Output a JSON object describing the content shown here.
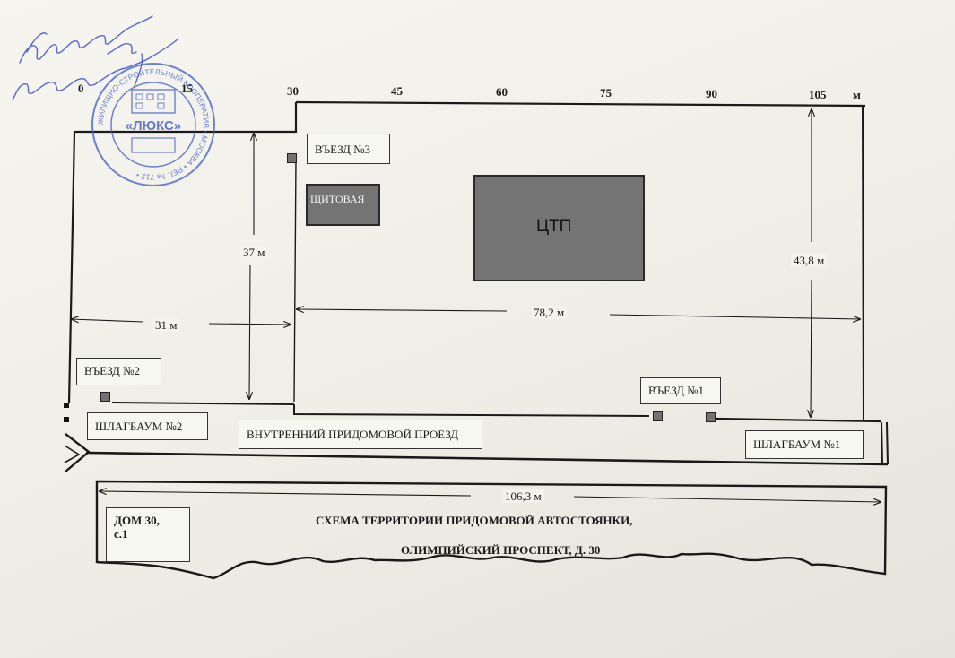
{
  "scale": {
    "ticks": [
      "0",
      "15",
      "30",
      "45",
      "60",
      "75",
      "90",
      "105"
    ],
    "unit": "м"
  },
  "entrances": {
    "entrance_1": "ВЪЕЗД №1",
    "entrance_2": "ВЪЕЗД №2",
    "entrance_3": "ВЪЕЗД №3"
  },
  "barriers": {
    "barrier_1": "ШЛАГБАУМ №1",
    "barrier_2": "ШЛАГБАУМ №2"
  },
  "buildings": {
    "switchboard": "ЩИТОВАЯ",
    "heat_station": "ЦТП",
    "house": "ДОМ 30,\nс.1"
  },
  "road_label": "ВНУТРЕННИЙ ПРИДОМОВОЙ ПРОЕЗД",
  "dimensions": {
    "height_left": "37 м",
    "width_left": "31 м",
    "width_main": "78,2 м",
    "height_right": "43,8 м",
    "width_house": "106,3 м"
  },
  "title": {
    "line1": "СХЕМА ТЕРРИТОРИИ ПРИДОМОВОЙ АВТОСТОЯНКИ,",
    "line2": "ОЛИМПИЙСКИЙ ПРОСПЕКТ, Д. 30"
  },
  "stamp": {
    "center_text": "«ЛЮКС»",
    "ring_text": "ЖИЛИЩНО-СТРОИТЕЛЬНЫЙ КООПЕРАТИВ • МОСКВА • РЕГ. № 712 •"
  },
  "signature_text": "Утверждаю Пред. ЖСК Люкс",
  "colors": {
    "ink": "#1a1a1a",
    "building_fill": "#747474",
    "stamp_blue": "#3d5cc7",
    "signature_blue": "#3a4fd0"
  }
}
